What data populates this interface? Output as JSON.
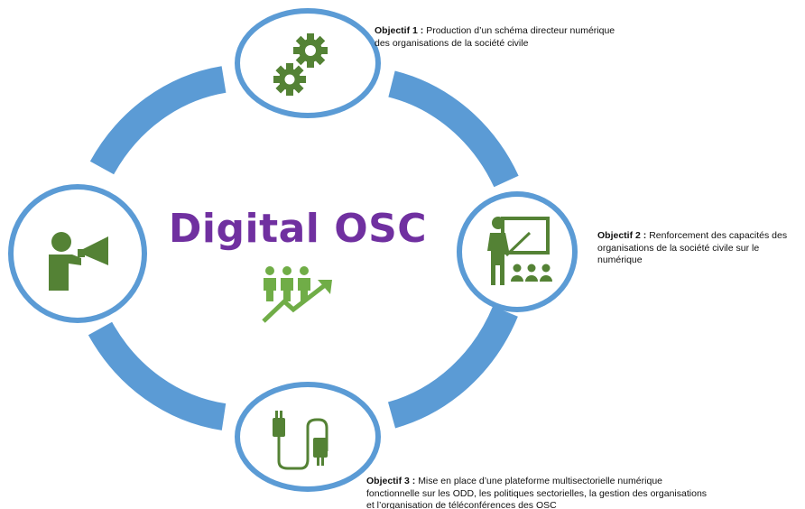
{
  "title": "Digital OSC",
  "colors": {
    "ring": "#5b9bd5",
    "icon_green": "#548235",
    "title_purple": "#7030a0",
    "text": "#111111"
  },
  "nodes": [
    {
      "id": "objectif-1",
      "icon": "gears-icon"
    },
    {
      "id": "objectif-2",
      "icon": "teacher-presentation-icon"
    },
    {
      "id": "objectif-3",
      "icon": "cables-plugs-icon"
    },
    {
      "id": "communication",
      "icon": "megaphone-person-icon"
    }
  ],
  "center_icon": "people-growth-arrow-icon",
  "objectives": [
    {
      "label": "Objectif 1 :",
      "text": "Production d’un schéma directeur numérique des organisations de la société civile"
    },
    {
      "label": "Objectif 2 :",
      "text": "Renforcement des capacités des organisations de la société civile sur le numérique"
    },
    {
      "label": "Objectif 3 :",
      "text": "Mise en place d’une plateforme multisectorielle numérique fonctionnelle sur les ODD, les politiques sectorielles, la gestion des organisations et l’organisation de téléconférences des OSC"
    }
  ]
}
